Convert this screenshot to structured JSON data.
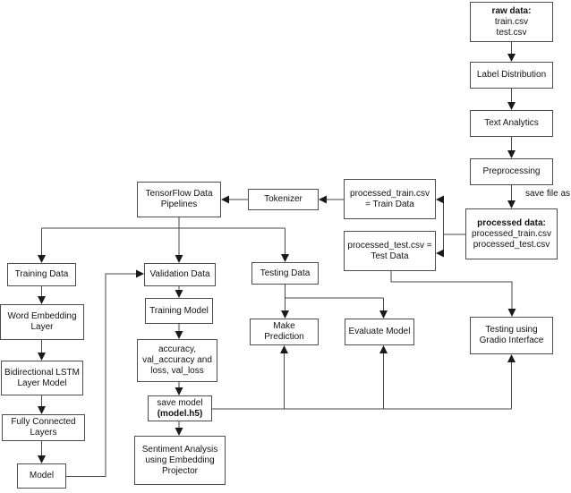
{
  "nodes": {
    "raw_data": {
      "title": "raw data:",
      "line1": "train.csv",
      "line2": "test.csv"
    },
    "label_distribution": {
      "label": "Label Distribution"
    },
    "text_analytics": {
      "label": "Text Analytics"
    },
    "preprocessing": {
      "label": "Preprocessing"
    },
    "processed_data": {
      "title": "processed data:",
      "line1": "processed_train.csv",
      "line2": "processed_test.csv"
    },
    "processed_train": {
      "label": "processed_train.csv = Train Data"
    },
    "processed_test": {
      "label": "processed_test.csv = Test Data"
    },
    "tokenizer": {
      "label": "Tokenizer"
    },
    "tf_pipelines": {
      "label": "TensorFlow Data Pipelines"
    },
    "training_data": {
      "label": "Training Data"
    },
    "validation_data": {
      "label": "Validation Data"
    },
    "testing_data": {
      "label": "Testing Data"
    },
    "word_embedding": {
      "label": "Word Embedding Layer"
    },
    "bilstm": {
      "label": "Bidirectional LSTM Layer Model"
    },
    "fully_connected": {
      "label": "Fully Connected Layers"
    },
    "model": {
      "label": "Model"
    },
    "training_model": {
      "label": "Training Model"
    },
    "metrics": {
      "label": "accuracy, val_accuracy and loss, val_loss"
    },
    "save_model": {
      "line1": "save model",
      "line2": "(model.h5)"
    },
    "sentiment_projector": {
      "label": "Sentiment Analysis using Embedding Projector"
    },
    "make_prediction": {
      "label": "Make Prediction"
    },
    "evaluate_model": {
      "label": "Evaluate Model"
    },
    "gradio": {
      "label": "Testing using Gradio Interface"
    }
  },
  "annotations": {
    "save_file_as": "save file as"
  },
  "colors": {
    "background": "#ffffff",
    "box_fill": "#ffffff",
    "box_border": "#4d4d4d",
    "connector": "#474747",
    "arrowhead": "#1a1a1a",
    "text": "#111111"
  }
}
